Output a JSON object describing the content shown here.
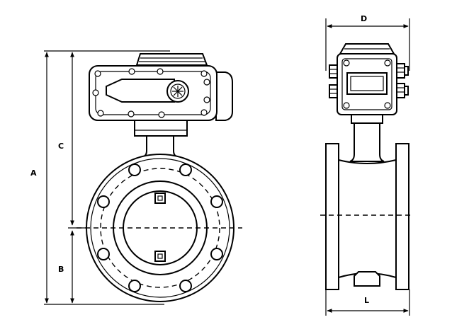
{
  "dimensions": {
    "a": "A",
    "b": "B",
    "c": "C",
    "d": "D",
    "l": "L"
  }
}
